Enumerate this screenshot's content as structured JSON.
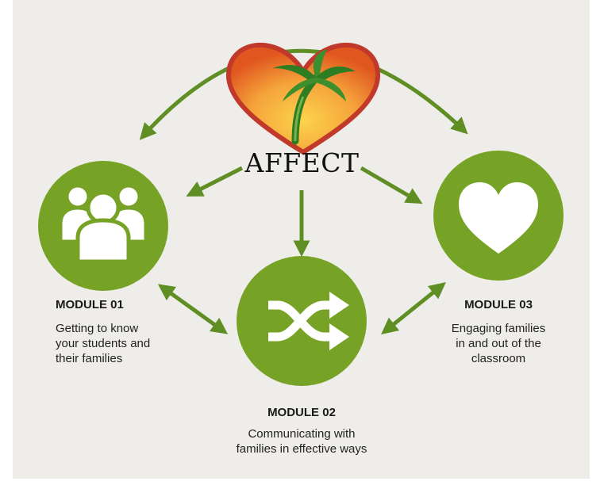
{
  "center": {
    "label": "AFFECT",
    "logo_icon": "heart-palm-tree-icon"
  },
  "modules": [
    {
      "title": "MODULE 01",
      "description": "Getting to know\nyour students and\ntheir families",
      "icon": "people-group-icon"
    },
    {
      "title": "MODULE 02",
      "description": "Communicating with\nfamilies in effective ways",
      "icon": "shuffle-arrows-icon"
    },
    {
      "title": "MODULE 03",
      "description": "Engaging families\nin and out of the\nclassroom",
      "icon": "heart-icon"
    }
  ],
  "colors": {
    "background": "#efede9",
    "circle_green": "#76a325",
    "arrow_green": "#5f8e25",
    "heart_orange": "#f08a24",
    "heart_outline": "#c0392b"
  }
}
